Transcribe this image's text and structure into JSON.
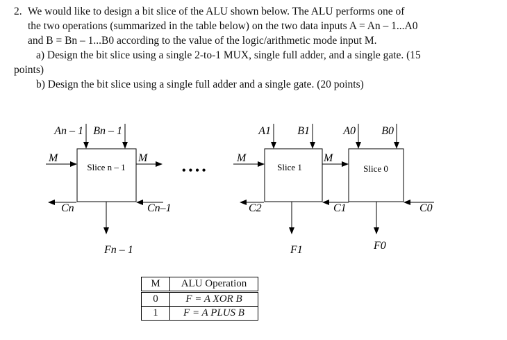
{
  "question": {
    "number": "2.",
    "line1": "We would like to design a bit slice of the ALU shown below. The ALU performs one of",
    "line2": "the two operations (summarized in the table below) on the two data inputs A = An – 1...A0",
    "line3": "and B = Bn – 1...B0 according to the value of the logic/arithmetic mode input M.",
    "part_a_1": "a) Design the bit slice using a single 2-to-1 MUX, single full adder, and a single gate. (15",
    "part_a_2": "points)",
    "part_b": "b) Design the bit slice using a single full adder and a single gate. (20 points)"
  },
  "diagram": {
    "slices": [
      {
        "label": "Slice n – 1",
        "a": "An – 1",
        "b": "Bn – 1",
        "cin": "Cn–1",
        "cout": "Cn",
        "f": "Fn – 1",
        "m": "M"
      },
      {
        "label": "Slice 1",
        "a": "A1",
        "b": "B1",
        "cin": "C1",
        "cout": "C2",
        "f": "F1",
        "m": "M"
      },
      {
        "label": "Slice 0",
        "a": "A0",
        "b": "B0",
        "cin": "C0",
        "cout": "C1",
        "f": "F0",
        "m": "M"
      }
    ],
    "ellipsis": "• • • •"
  },
  "table": {
    "headers": [
      "M",
      "ALU Operation"
    ],
    "rows": [
      {
        "m": "0",
        "op": "F = A XOR B"
      },
      {
        "m": "1",
        "op": "F = A PLUS B"
      }
    ]
  }
}
